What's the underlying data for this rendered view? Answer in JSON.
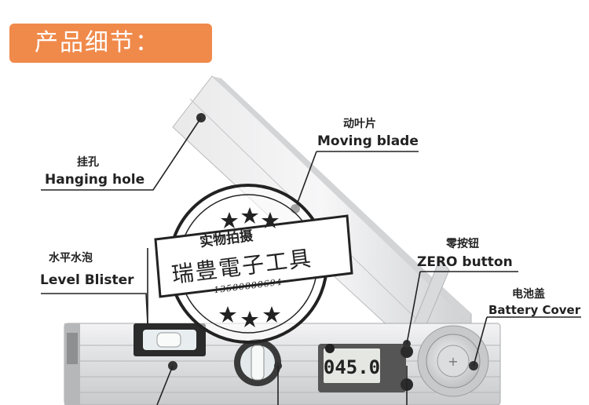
{
  "banner": {
    "title": "产品细节："
  },
  "labels": {
    "moving_blade": {
      "zh": "动叶片",
      "en": "Moving blade"
    },
    "hanging_hole": {
      "zh": "挂孔",
      "en": "Hanging hole"
    },
    "level_blister": {
      "zh": "水平水泡",
      "en": "Level Blister"
    },
    "zero_button": {
      "zh": "零按钮",
      "en": "ZERO button"
    },
    "battery_cover": {
      "zh": "电池盖",
      "en": "Battery Cover"
    }
  },
  "stamp": {
    "top": "实物拍摄",
    "company": "瑞豊電子工具",
    "phone": "13580888694"
  },
  "display": {
    "reading": "045.0"
  },
  "colors": {
    "banner": "#f08a4b",
    "leader": "#222222"
  }
}
